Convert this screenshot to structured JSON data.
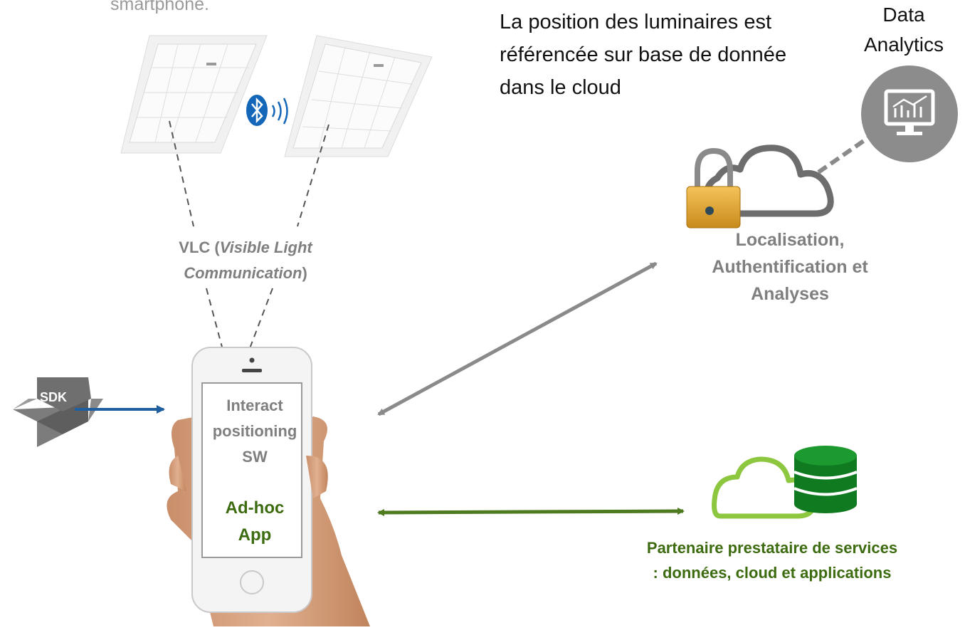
{
  "texts": {
    "top_caption": "smartphone.",
    "cloud_note": "La position des luminaires est référencée sur base de donnée dans le cloud",
    "data_analytics": "Data Analytics",
    "vlc_bold": "VLC (",
    "vlc_italic": "Visible Light Communication",
    "vlc_close": ")",
    "cloud_services": "Localisation, Authentification et Analyses",
    "phone_software": "Interact positioning SW",
    "phone_app": "Ad-hoc App",
    "partner": "Partenaire prestataire de services : données, cloud et applications",
    "sdk": "SDK"
  },
  "colors": {
    "gray_text": "#7f7f7f",
    "green_text": "#3d6b10",
    "sdk_arrow": "#1f5f9f",
    "cloud_arrow": "#8a8a8a",
    "partner_arrow": "#4e7a20",
    "partner_cloud": "#8dc63f",
    "database": "#0f7a1f"
  },
  "icons": [
    "bluetooth-icon",
    "padlock-icon",
    "cloud-icon",
    "analytics-monitor-icon",
    "database-icon",
    "sdk-box-icon",
    "smartphone-icon"
  ]
}
